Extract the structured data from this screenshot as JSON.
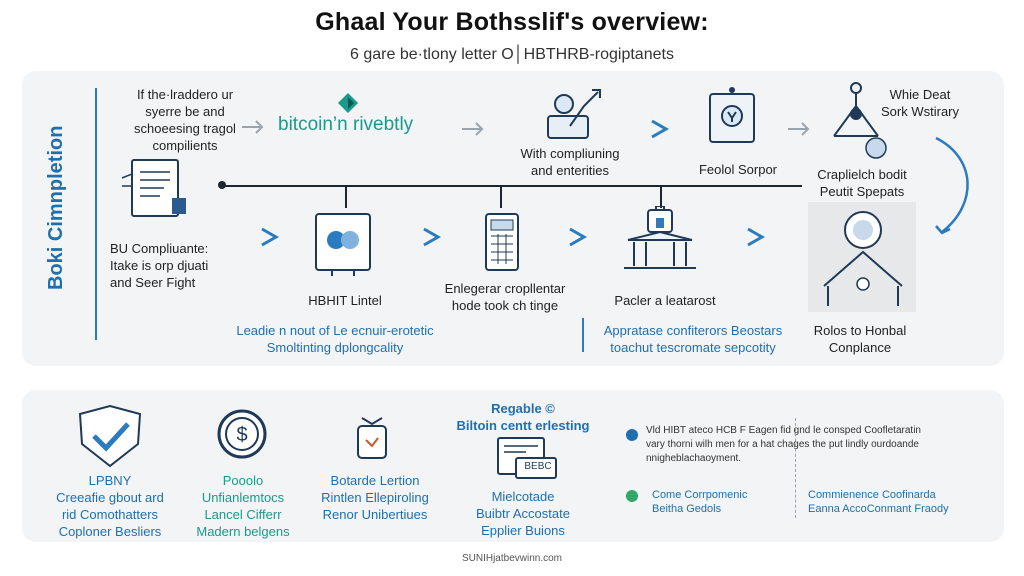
{
  "header": {
    "title": "Ghaal Your Bothsslif's overview:",
    "subtitle": "6 gare be·tlony letter O│HBTHRB-rogiptanets"
  },
  "side_label": "Boki Cimnpletion",
  "top": {
    "block1": {
      "lines": [
        "If the·lraddero ur",
        "syerre be and",
        "schoeesing tragol",
        "compilients"
      ]
    },
    "logo": {
      "text": "bitcoin’n rivebtly"
    },
    "step2": {
      "lines": [
        "With compliuning",
        "and enterities"
      ]
    },
    "step3": {
      "label": "Feolol Sorpor"
    },
    "step4": {
      "lines": [
        "Whie Deat",
        "Sork Wstirary"
      ]
    },
    "step5": {
      "lines": [
        "Craplielch bodit",
        "Peutit Spepats"
      ]
    },
    "row2_left": {
      "lines": [
        "BU Compliuante:",
        "Itake is orp djuati",
        "and Seer Fight"
      ]
    },
    "row2_a": {
      "label": "HBHIT Lintel"
    },
    "row2_b": {
      "lines": [
        "Enlegerar cropllentar",
        "hode took ch tinge"
      ]
    },
    "row2_c": {
      "label": "Pacler a leatarost"
    },
    "row2_d": {
      "lines": [
        "Rolos to Honbal",
        "Conplance"
      ]
    },
    "caption_left": {
      "lines": [
        "Leadie n nout of Le ecnuir-erotetic",
        "Smoltinting dplongcality"
      ]
    },
    "caption_right": {
      "lines": [
        "Appratase confiterors Beostars",
        "toachut tescromate sepcotity"
      ]
    }
  },
  "bottom": {
    "item1": {
      "lines": [
        "LPBNY",
        "Creeafie gbout ard",
        "rid Comothatters",
        "Coploner Besliers"
      ]
    },
    "item2": {
      "lines": [
        "Pooolo",
        "Unfianlemtocs",
        "Lancel Cifferr",
        "Madern belgens"
      ]
    },
    "item3": {
      "lines": [
        "Botarde Lertion",
        "Rintlen Ellepiroling",
        "Renor Unibertiues"
      ]
    },
    "item4_head": {
      "lines": [
        "Regable ©",
        "Biltoin centt erlesting"
      ]
    },
    "item4_screen": "BEBC",
    "item4": {
      "lines": [
        "Mielcotade",
        "Buibtr Accostate",
        "Epplier Buions"
      ]
    },
    "note1": {
      "lines": [
        "Vld HIBT ateco HCB F Eagen fid gnd le consped Coofletaratin",
        "vary thorni wilh men for a hat chages the put lindly ourdoande",
        "nnigheblachaoyment."
      ]
    },
    "note2": {
      "lines": [
        "Come Corrpomenic",
        "Beitha Gedols"
      ]
    },
    "note3": {
      "lines": [
        "Commienence Coofinarda",
        "Eanna AccoConmant Fraody"
      ]
    }
  },
  "footer": "SUNIHjatbevwinn.com",
  "colors": {
    "accent": "#2a7bbf",
    "panel": "#f2f4f6",
    "teal": "#1a9a8a",
    "dark": "#1b2631"
  }
}
